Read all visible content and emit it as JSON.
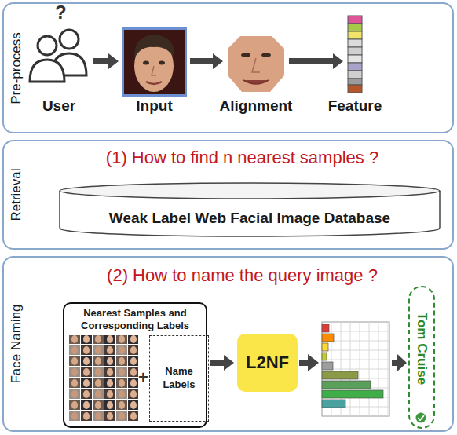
{
  "diagram": {
    "nodes": [
      {
        "text": [
          "Pre-process"
        ]
      },
      {
        "text": [
          "User"
        ],
        "in": 0
      },
      {
        "text": [
          "Input"
        ],
        "in": 0
      },
      {
        "text": [
          "Alignment"
        ],
        "in": 0
      },
      {
        "text": [
          "Feature"
        ],
        "in": 0
      },
      {
        "text": [
          "Retrieval",
          "(1) How to find n nearest samples ?"
        ]
      },
      {
        "text": [
          "Weak Label Web Facial Image Database"
        ],
        "in": 5
      },
      {
        "text": [
          "Face Naming",
          "(2) How to name the query image ?"
        ]
      },
      {
        "text": [
          "Nearest Samples and Corresponding Labels"
        ],
        "in": 7
      },
      {
        "text": [
          "Name Labels"
        ],
        "in": 8
      },
      {
        "text": [
          "L2NF"
        ],
        "in": 7
      },
      {
        "text": [
          "Tom Cruise"
        ],
        "in": 7
      }
    ],
    "edges": [
      {
        "from": 1,
        "to": 2,
        "arrow": "to"
      },
      {
        "from": 2,
        "to": 3,
        "arrow": "to"
      },
      {
        "from": 3,
        "to": 4,
        "arrow": "to"
      },
      {
        "from": 8,
        "to": 10,
        "arrow": "to"
      }
    ],
    "labels": [
      "?",
      "+"
    ]
  }
}
